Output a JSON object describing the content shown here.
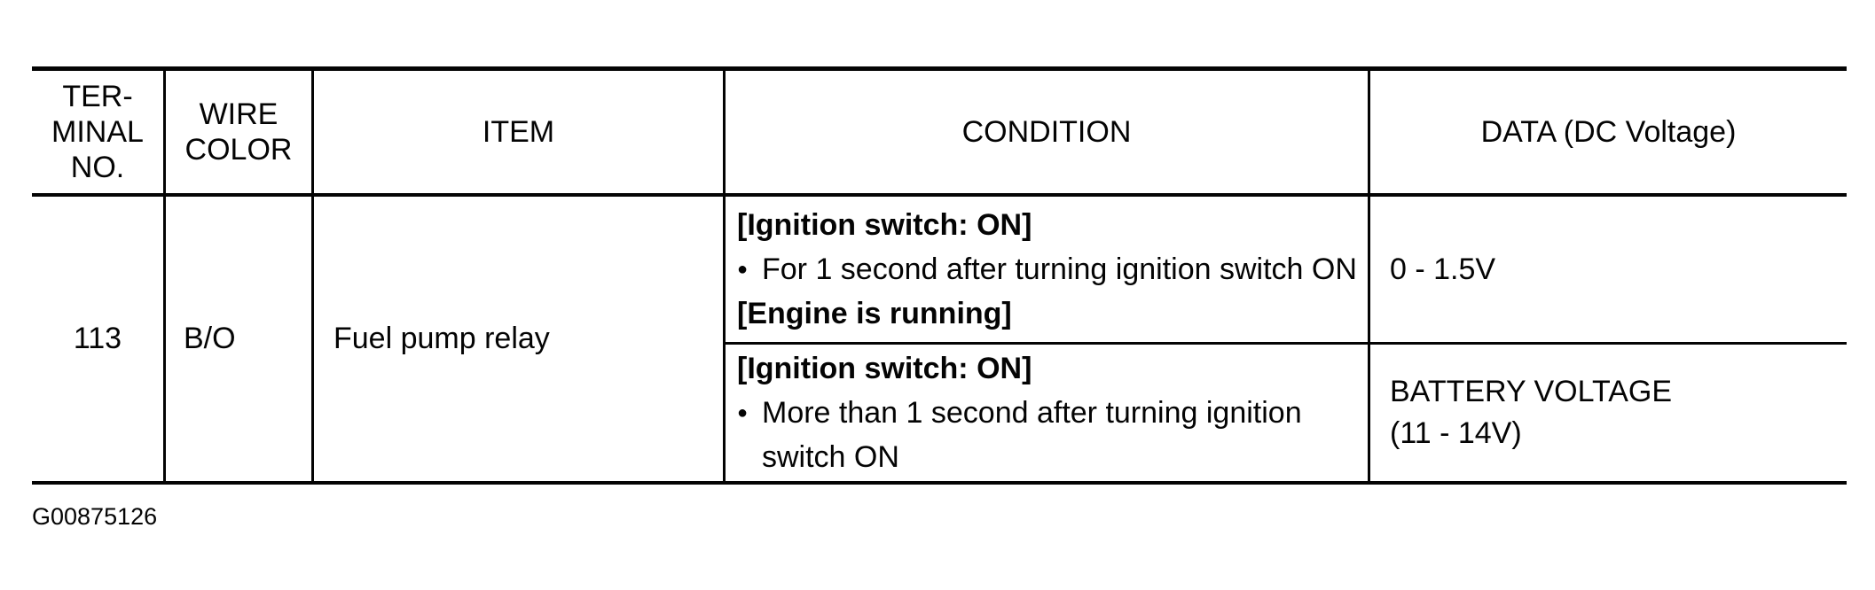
{
  "document": {
    "figure_id": "G00875126"
  },
  "icons": {
    "bullet": "●"
  },
  "colors": {
    "ink": "#040404",
    "paper": "#ffffff"
  },
  "table": {
    "headers": {
      "terminal_no": "TER-\nMINAL\nNO.",
      "wire_color": "WIRE\nCOLOR",
      "item": "ITEM",
      "condition": "CONDITION",
      "data": "DATA (DC Voltage)"
    },
    "row": {
      "terminal_no": "113",
      "wire_color": "B/O",
      "item": "Fuel pump relay",
      "sub_rows": [
        {
          "conditions": [
            {
              "style": "state",
              "text": "[Ignition switch: ON]"
            },
            {
              "style": "bullet",
              "text": "For 1 second after turning ignition switch ON"
            },
            {
              "style": "state",
              "text": "[Engine is running]"
            }
          ],
          "data": "0 - 1.5V"
        },
        {
          "conditions": [
            {
              "style": "state",
              "text": "[Ignition switch: ON]"
            },
            {
              "style": "bullet",
              "text": "More than 1 second after turning ignition switch ON"
            }
          ],
          "data": "BATTERY VOLTAGE\n(11 - 14V)"
        }
      ]
    }
  }
}
